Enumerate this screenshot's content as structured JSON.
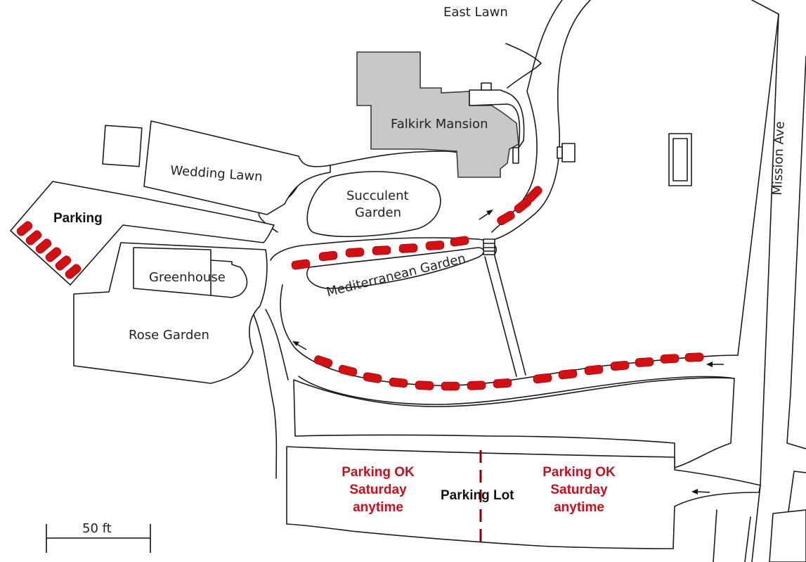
{
  "labels": {
    "east_lawn": "East Lawn",
    "mansion": "Falkirk Mansion",
    "wedding_lawn": "Wedding Lawn",
    "succulent_line1": "Succulent",
    "succulent_line2": "Garden",
    "parking_west": "Parking",
    "greenhouse": "Greenhouse",
    "mediterranean": "Mediterranean Garden",
    "rose_garden": "Rose Garden",
    "mission_ave": "Mission Ave",
    "parking_lot": "Parking Lot",
    "scale": "50 ft"
  },
  "parking_notes": {
    "left": [
      "Parking OK",
      "Saturday",
      "anytime"
    ],
    "right": [
      "Parking OK",
      "Saturday",
      "anytime"
    ]
  },
  "colors": {
    "car": "#d40f14",
    "note": "#c1121f",
    "building": "#c8c8c8",
    "divider": "#8b0000"
  },
  "icons": {
    "car": "car-icon",
    "arrow": "direction-arrow-icon"
  }
}
